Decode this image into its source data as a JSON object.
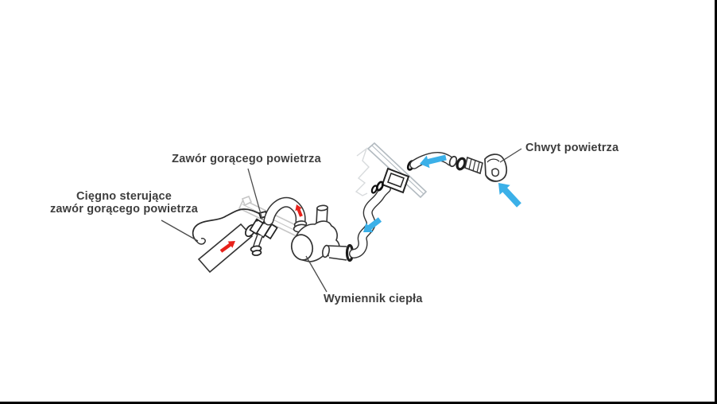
{
  "diagram": {
    "labels": {
      "hot_air_valve": "Zawór gorącego powietrza",
      "control_cable": {
        "line1": "Cięgno sterujące",
        "line2": "zawór gorącego powietrza"
      },
      "air_intake": "Chwyt powietrza",
      "heat_exchanger": "Wymiennik ciepła"
    },
    "colors": {
      "cold_air_arrow": "#3bb0e8",
      "hot_air_arrow": "#e8211a"
    }
  }
}
